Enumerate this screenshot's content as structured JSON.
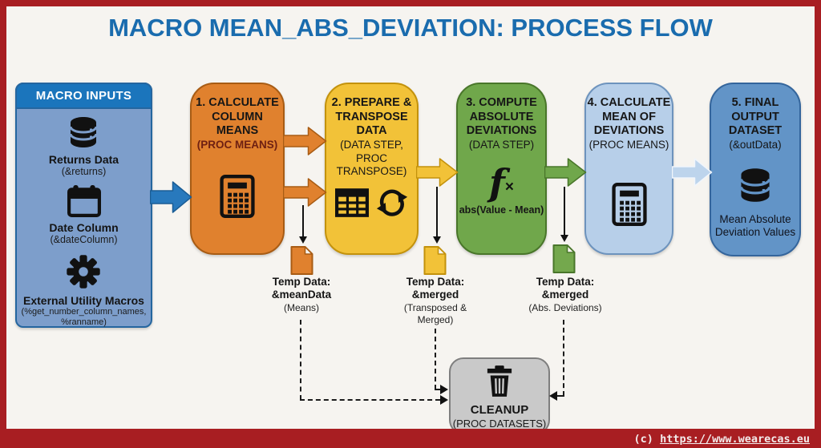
{
  "title": "MACRO MEAN_ABS_DEVIATION: PROCESS FLOW",
  "inputs": {
    "header": "MACRO INPUTS",
    "items": [
      {
        "icon": "database-icon",
        "label": "Returns Data",
        "sub": "(&returns)"
      },
      {
        "icon": "calendar-icon",
        "label": "Date Column",
        "sub": "(&dateColumn)"
      },
      {
        "icon": "gear-icon",
        "label": "External Utility Macros",
        "sub": "(%get_number_column_names,\n%ranname)"
      }
    ]
  },
  "steps": [
    {
      "title": "1. CALCULATE\nCOLUMN\nMEANS",
      "subtitle": "(PROC MEANS)",
      "icon": "calculator-icon",
      "caption": ""
    },
    {
      "title": "2. PREPARE &\nTRANSPOSE\nDATA",
      "subtitle": "(DATA STEP,\nPROC\nTRANSPOSE)",
      "icon": "table-icon,sync-icon",
      "caption": ""
    },
    {
      "title": "3. COMPUTE\nABSOLUTE\nDEVIATIONS",
      "subtitle": "(DATA STEP)",
      "icon": "fx-icon",
      "fx": "f",
      "fx_sub": "×",
      "caption": "abs(Value - Mean)"
    },
    {
      "title": "4. CALCULATE\nMEAN OF\nDEVIATIONS",
      "subtitle": "(PROC MEANS)",
      "icon": "calculator-icon",
      "caption": ""
    },
    {
      "title": "5. FINAL\nOUTPUT\nDATASET",
      "subtitle": "(&outData)",
      "icon": "database-icon",
      "caption": "Mean Absolute\nDeviation Values"
    }
  ],
  "temp_data": [
    {
      "icon": "file-icon-orange",
      "title": "Temp Data:",
      "name": "&meanData",
      "note": "(Means)"
    },
    {
      "icon": "file-icon-yellow",
      "title": "Temp Data:",
      "name": "&merged",
      "note": "(Transposed &\nMerged)"
    },
    {
      "icon": "file-icon-green",
      "title": "Temp Data:",
      "name": "&merged",
      "note": "(Abs. Deviations)"
    }
  ],
  "cleanup": {
    "icon": "trash-icon",
    "title": "CLEANUP",
    "subtitle": "(PROC DATASETS)"
  },
  "footer": {
    "copyright_prefix": "(c) ",
    "url": "https://www.wearecas.eu"
  },
  "colors": {
    "frame_red": "#a81e22",
    "title_blue": "#1a6cae",
    "inputs_header_blue": "#1b75bc",
    "inputs_body_blue": "#7d9ecb",
    "step1_orange": "#e0812e",
    "step2_yellow": "#f2c238",
    "step3_green": "#70a74b",
    "step4_light_blue": "#b7cfe9",
    "step5_blue": "#6294c7",
    "cleanup_gray": "#c9c9c9",
    "proc_means_maroon": "#6e2012",
    "canvas_bg": "#f6f4f0"
  }
}
